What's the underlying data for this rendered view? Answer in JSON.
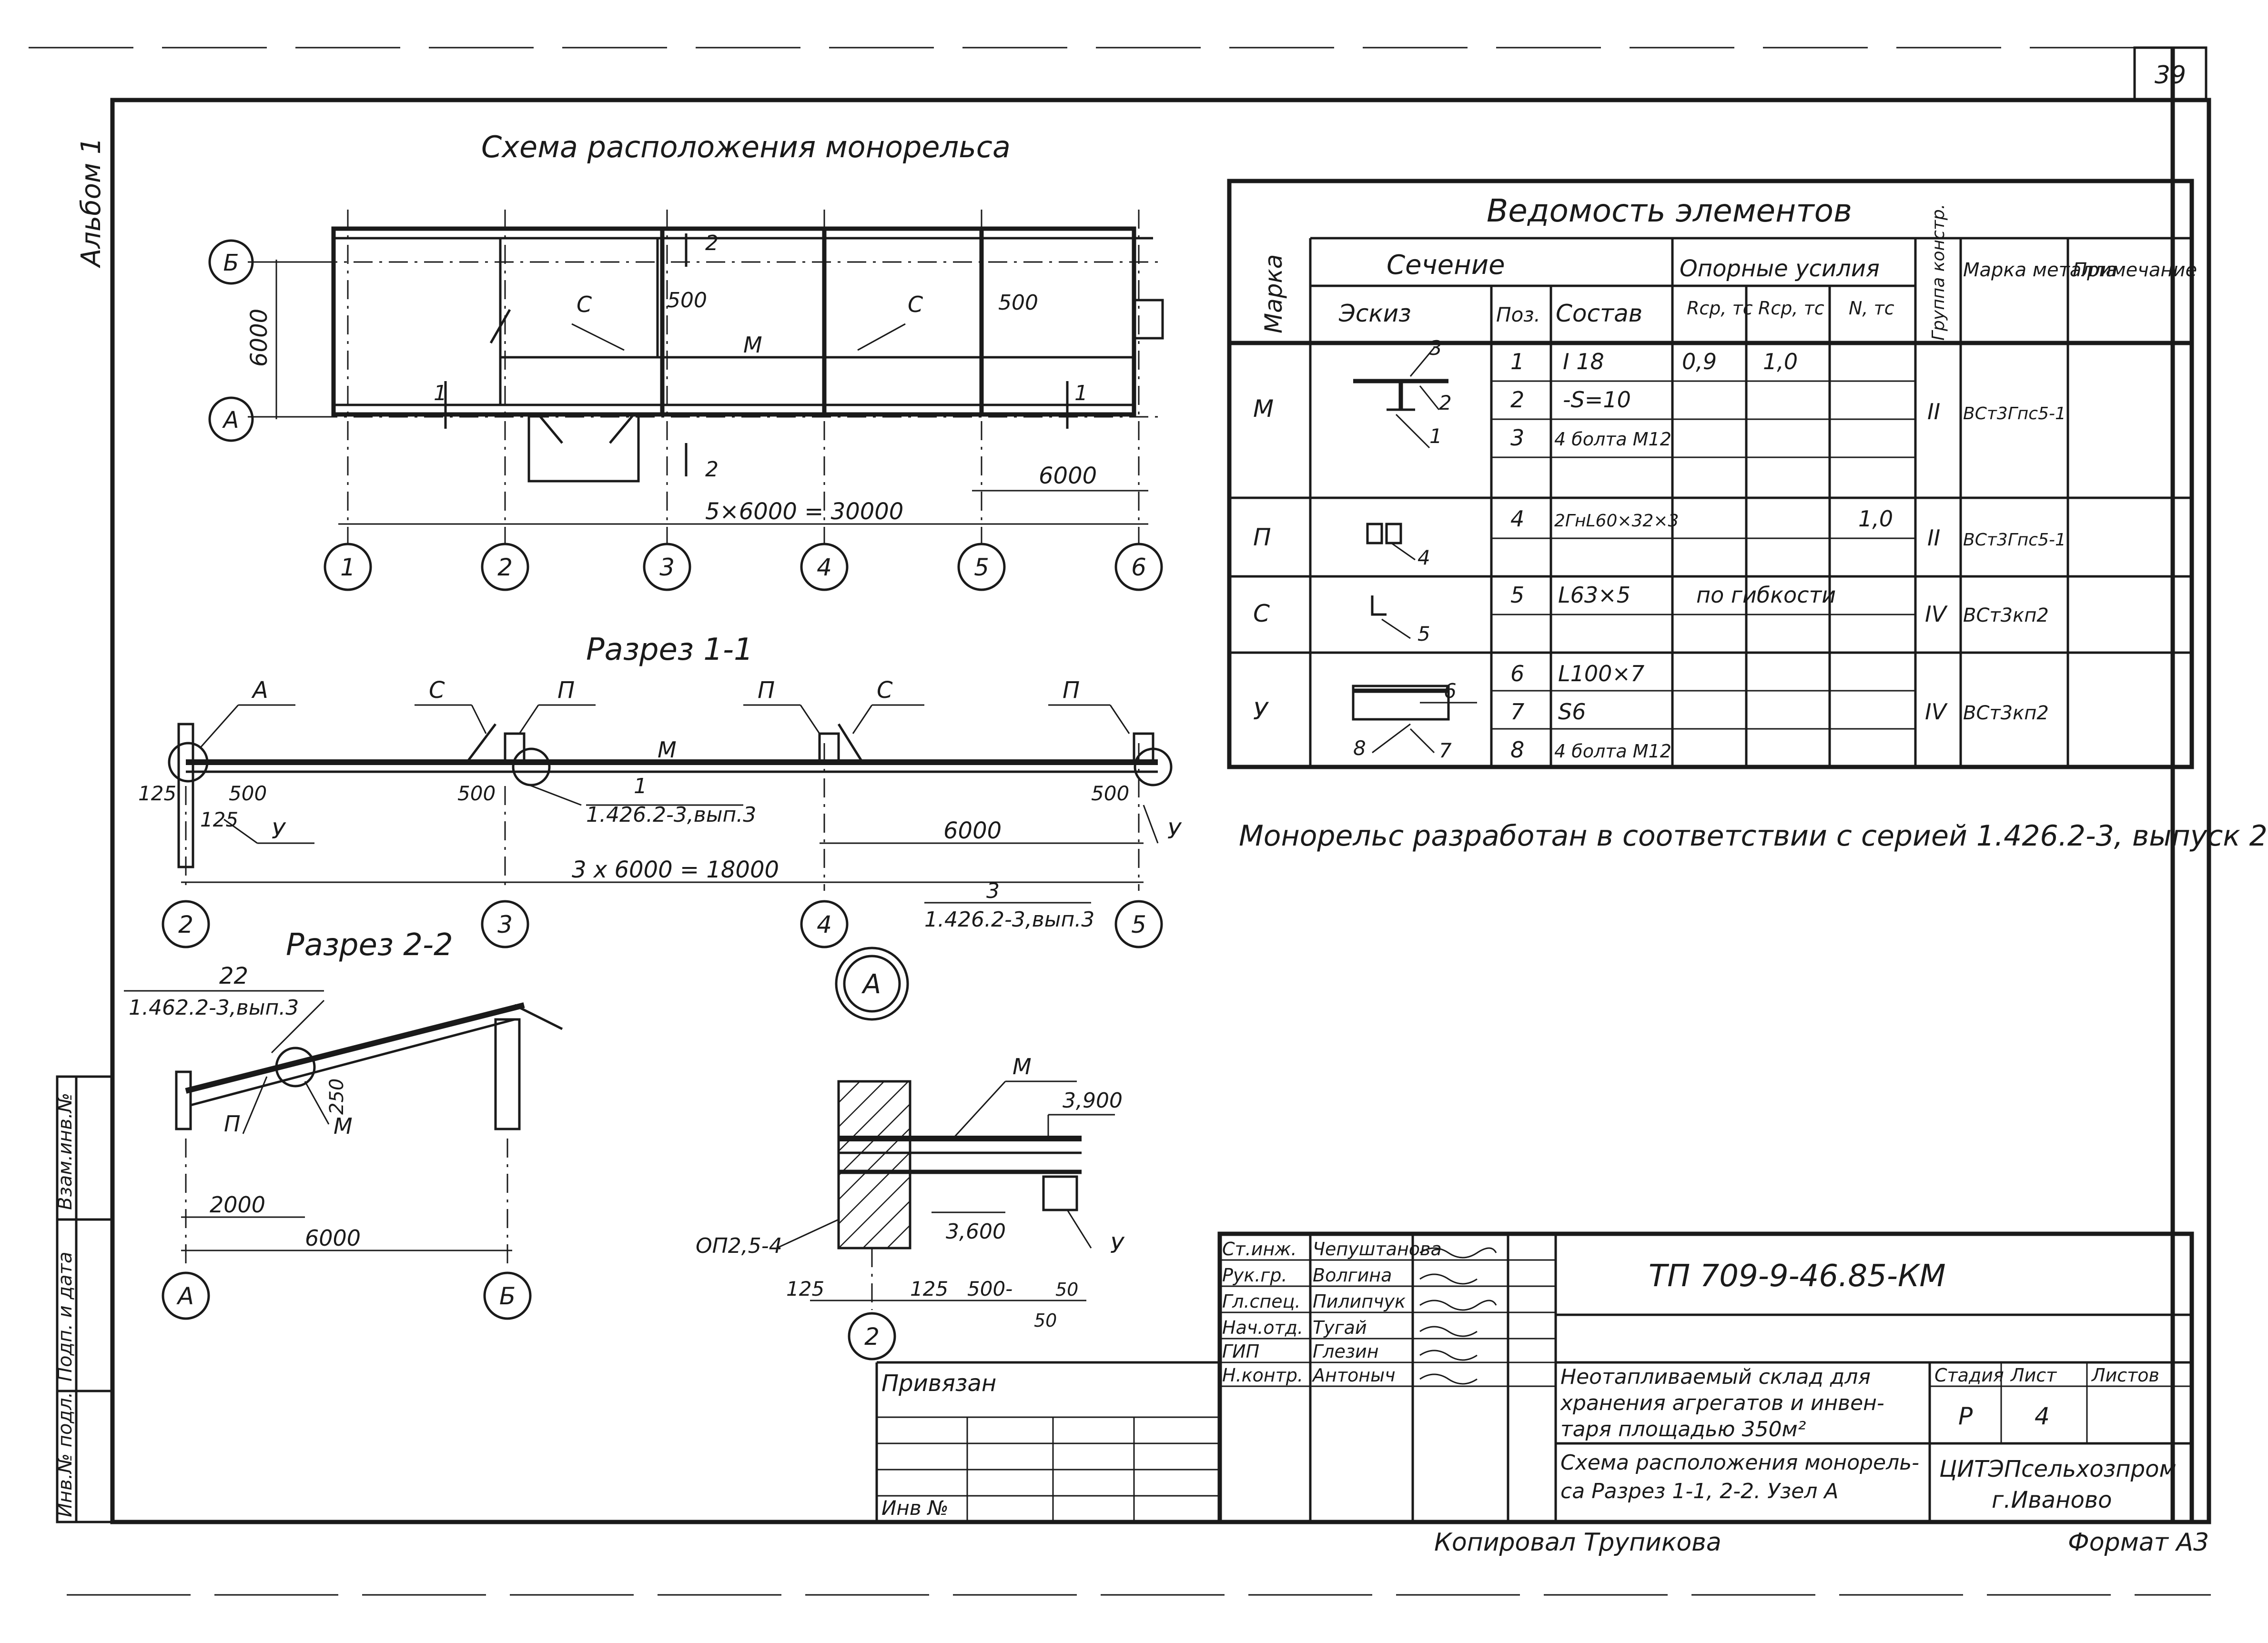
{
  "page_number": "39",
  "album_label": "Альбом 1",
  "schema_title": "Схема расположения монорельса",
  "section11_title": "Разрез 1-1",
  "section22_title": "Разрез 2-2",
  "node_label": "А",
  "axes_plan": {
    "letters": [
      "Б",
      "А"
    ],
    "numbers": [
      "1",
      "2",
      "3",
      "4",
      "5",
      "6"
    ],
    "dims": {
      "height": "6000",
      "total": "5×6000 = 30000",
      "span": "6000",
      "offset_a": "500",
      "offset_b": "500"
    },
    "labels": {
      "c1": "С",
      "c2": "С",
      "m": "М",
      "cut1_top": "1",
      "cut1_bottom": "1",
      "cut2_top": "2",
      "cut2_bottom": "2"
    }
  },
  "section11": {
    "axes": [
      "2",
      "3",
      "4",
      "5"
    ],
    "labels": {
      "a": "А",
      "c1": "С",
      "p1": "П",
      "p2": "П",
      "c2": "С",
      "p3": "П",
      "m": "М",
      "y1": "У",
      "y2": "У",
      "one": "1",
      "three": "3"
    },
    "dims": {
      "d125a": "125",
      "d500a": "500",
      "d125b": "125",
      "d500b": "500",
      "d500c": "500",
      "span": "6000",
      "total": "3 x 6000 = 18000"
    },
    "refs": {
      "ref1": "1.426.2-3,вып.3",
      "ref2": "1.426.2-3,вып.3"
    }
  },
  "section22": {
    "axes": [
      "А",
      "Б"
    ],
    "labels": {
      "num": "22",
      "ref": "1.462.2-3,вып.3",
      "p": "П",
      "m": "М"
    },
    "dims": {
      "d250": "250",
      "d2000": "2000",
      "d6000": "6000"
    }
  },
  "node_a": {
    "axis": "2",
    "labels": {
      "m": "М",
      "el1": "3,900",
      "el2": "3,600",
      "op": "ОП2,5-4",
      "y": "У"
    },
    "dims": {
      "d125a": "125",
      "d125b": "125",
      "d500": "500-",
      "d50a": "50",
      "d50b": "50"
    }
  },
  "note": "Монорельс разработан в соответствии с серией 1.426.2-3, выпуск 2.",
  "elements_table": {
    "title": "Ведомость элементов",
    "headers": {
      "mark": "Марка",
      "section": "Сечение",
      "sketch": "Эскиз",
      "pos": "Поз.",
      "composition": "Состав",
      "support": "Опорные усилия",
      "r1": "Rср, тс",
      "r2": "Rср, тс",
      "n": "N, тс",
      "group": "Группа констр.",
      "metal": "Марка металла",
      "note": "Примечание"
    },
    "groups": [
      {
        "mark": "М",
        "group": "II",
        "metal": "ВСт3Гпс5-1",
        "rows": [
          {
            "pos": "1",
            "composition": "I 18",
            "r1": "0,9",
            "r2": "1,0",
            "n": ""
          },
          {
            "pos": "2",
            "composition": "-S=10",
            "r1": "",
            "r2": "",
            "n": ""
          },
          {
            "pos": "3",
            "composition": "4 болта М12",
            "r1": "",
            "r2": "",
            "n": ""
          }
        ],
        "sketch_callouts": [
          "3",
          "2",
          "1"
        ]
      },
      {
        "mark": "П",
        "group": "II",
        "metal": "ВСт3Гпс5-1",
        "rows": [
          {
            "pos": "4",
            "composition": "2ГнL60×32×3",
            "r1": "",
            "r2": "",
            "n": "1,0"
          }
        ],
        "sketch_callouts": [
          "4"
        ]
      },
      {
        "mark": "С",
        "group": "IV",
        "metal": "ВСт3кп2",
        "rows": [
          {
            "pos": "5",
            "composition": "L63×5",
            "support_note": "по гибкости"
          }
        ],
        "sketch_callouts": [
          "5"
        ]
      },
      {
        "mark": "У",
        "group": "IV",
        "metal": "ВСт3кп2",
        "rows": [
          {
            "pos": "6",
            "composition": "L100×7"
          },
          {
            "pos": "7",
            "composition": "S6"
          },
          {
            "pos": "8",
            "composition": "4 болта М12"
          }
        ],
        "sketch_callouts": [
          "6",
          "8",
          "7"
        ]
      }
    ]
  },
  "title_block": {
    "doc_code": "ТП 709-9-46.85-КМ",
    "roles": [
      {
        "role": "Ст.инж.",
        "name": "Чепуштанова"
      },
      {
        "role": "Рук.гр.",
        "name": "Волгина"
      },
      {
        "role": "Гл.спец.",
        "name": "Пилипчук"
      },
      {
        "role": "Нач.отд.",
        "name": "Тугай"
      },
      {
        "role": "ГИП",
        "name": "Глезин"
      },
      {
        "role": "Н.контр.",
        "name": "Антоныч"
      }
    ],
    "privyazan": "Привязан",
    "inv_no": "Инв №",
    "object_name_lines": [
      "Неотапливаемый склад для",
      "хранения агрегатов и инвен-",
      "таря площадью 350м²"
    ],
    "sheet_name_lines": [
      "Схема расположения монорель-",
      "са Разрез 1-1, 2-2. Узел А"
    ],
    "stage_header": "Стадия",
    "sheet_header": "Лист",
    "sheets_header": "Листов",
    "stage": "Р",
    "sheet": "4",
    "sheets": "",
    "org_lines": [
      "ЦИТЭПсельхозпром",
      "г.Иваново"
    ]
  },
  "copied_by": "Копировал Трупикова",
  "format": "Формат А3",
  "left_strip": [
    "Инв.№ подл.",
    "Подп. и дата",
    "Взам.инв.№"
  ]
}
